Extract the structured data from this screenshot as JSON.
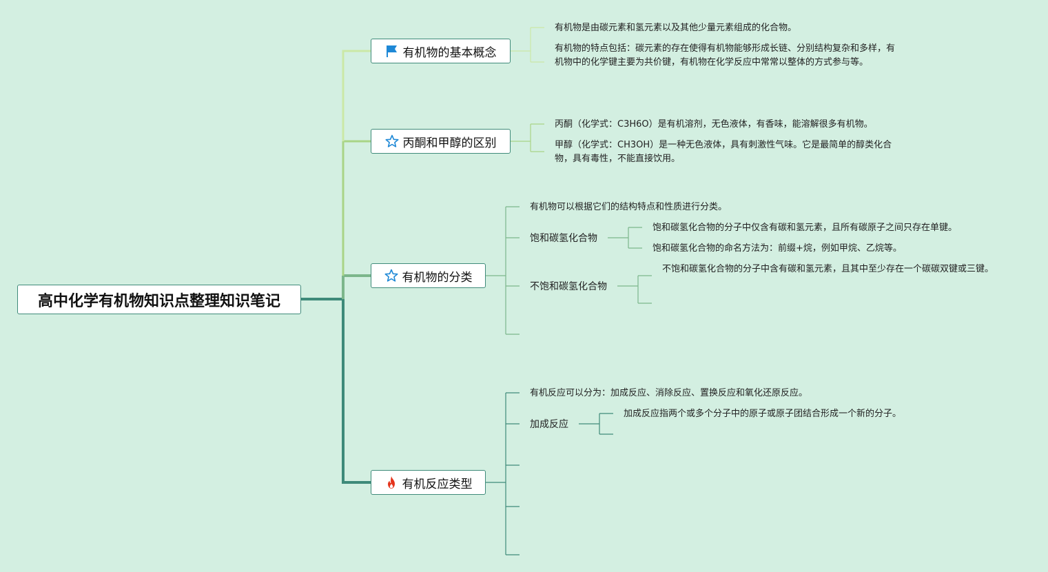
{
  "root": {
    "title": "高中化学有机物知识点整理知识笔记"
  },
  "topics": [
    {
      "label": "有机物的基本概念",
      "icon": "flag-icon",
      "notes": [
        "有机物是由碳元素和氢元素以及其他少量元素组成的化合物。",
        "有机物的特点包括：碳元素的存在使得有机物能够形成长链、分别结构复杂和多样，有机物中的化学键主要为共价键，有机物在化学反应中常常以整体的方式参与等。"
      ]
    },
    {
      "label": "丙酮和甲醇的区别",
      "icon": "star-icon",
      "notes": [
        "丙酮（化学式：C3H6O）是有机溶剂，无色液体，有香味，能溶解很多有机物。",
        "甲醇（化学式：CH3OH）是一种无色液体，具有刺激性气味。它是最简单的醇类化合物，具有毒性，不能直接饮用。"
      ]
    },
    {
      "label": "有机物的分类",
      "icon": "star-icon",
      "intro": "有机物可以根据它们的结构特点和性质进行分类。",
      "subs": [
        {
          "label": "饱和碳氢化合物",
          "notes": [
            "饱和碳氢化合物的分子中仅含有碳和氢元素，且所有碳原子之间只存在单键。",
            "饱和碳氢化合物的命名方法为：前缀+烷，例如甲烷、乙烷等。"
          ]
        },
        {
          "label": "不饱和碳氢化合物",
          "notes": [
            "不饱和碳氢化合物的分子中含有碳和氢元素，且其中至少存在一个碳碳双键或三键。"
          ]
        }
      ]
    },
    {
      "label": "有机反应类型",
      "icon": "fire-icon",
      "intro": "有机反应可以分为：加成反应、消除反应、置换反应和氧化还原反应。",
      "subs": [
        {
          "label": "加成反应",
          "notes": [
            "加成反应指两个或多个分子中的原子或原子团结合形成一个新的分子。"
          ]
        }
      ]
    }
  ],
  "colors": {
    "background": "#d3efe1",
    "branch1": "#cbe8a6",
    "branch2": "#a9d486",
    "branch3": "#7cb68b",
    "branch4": "#3e8a79",
    "flag": "#1e88d6",
    "star": "#1e88d6",
    "fire": "#e5341c"
  }
}
